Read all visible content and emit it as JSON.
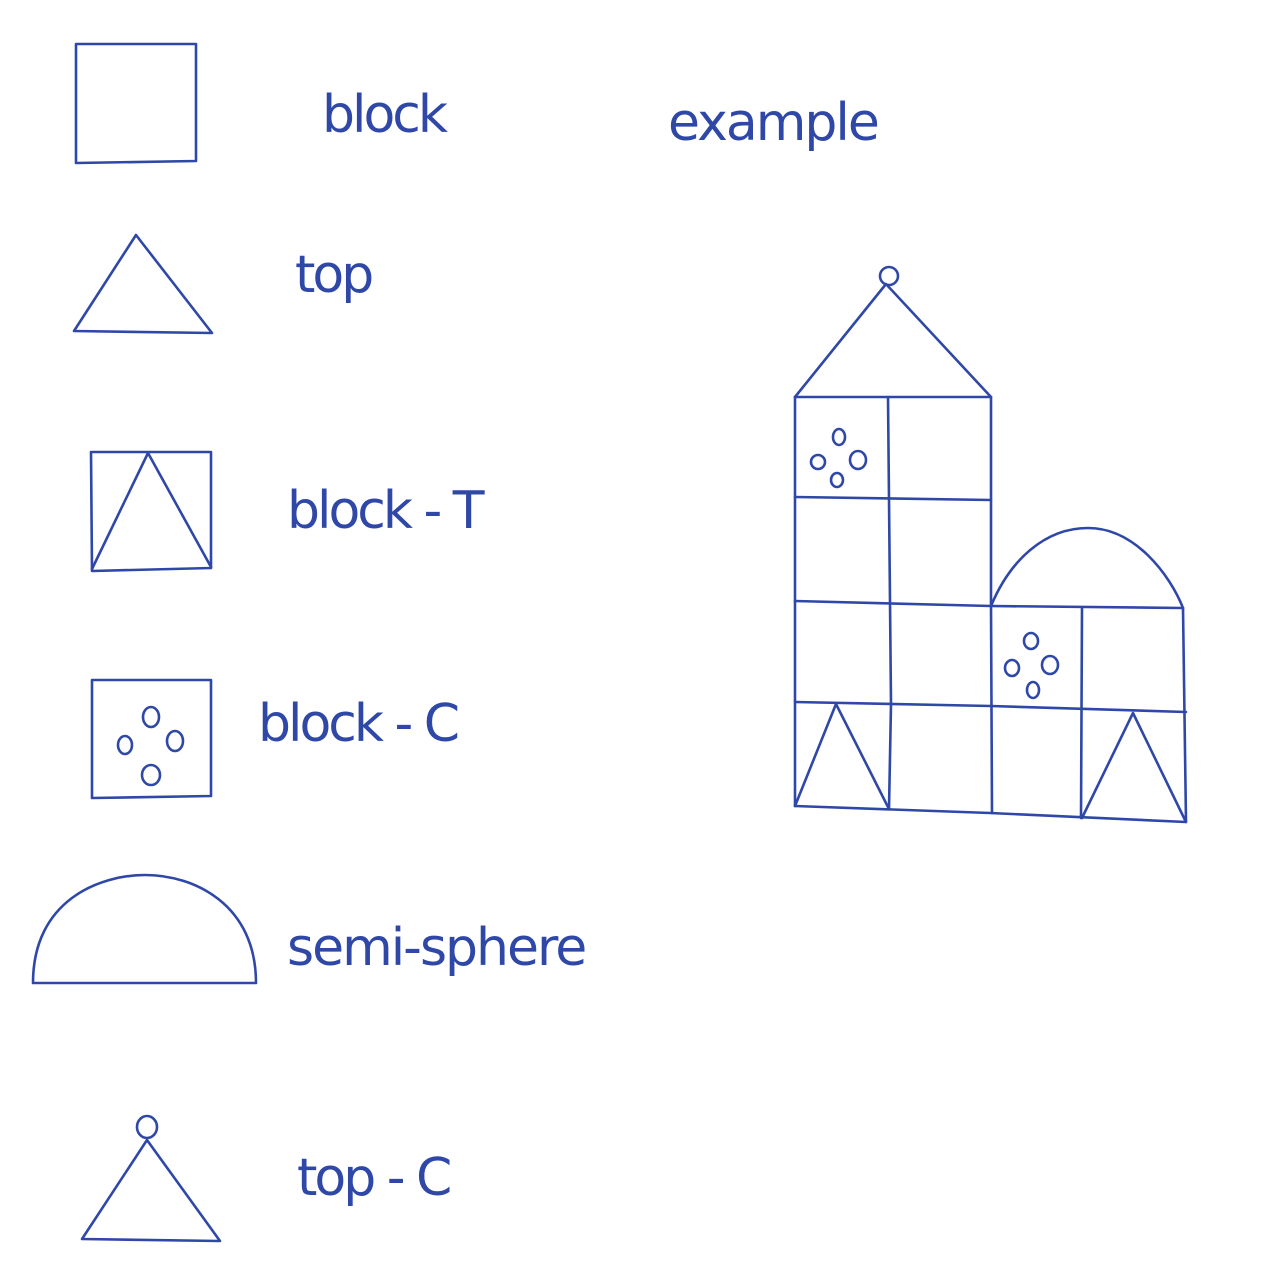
{
  "colors": {
    "ink": "#2f48a8",
    "background": "#ffffff"
  },
  "legend": {
    "items": [
      {
        "shape": "square",
        "label": "block"
      },
      {
        "shape": "triangle",
        "label": "top"
      },
      {
        "shape": "square-with-triangle",
        "label": "block - T"
      },
      {
        "shape": "square-with-circles",
        "label": "block - C"
      },
      {
        "shape": "semicircle",
        "label": "semi-sphere"
      },
      {
        "shape": "triangle-with-circle",
        "label": "top - C"
      }
    ]
  },
  "example": {
    "label": "example"
  }
}
